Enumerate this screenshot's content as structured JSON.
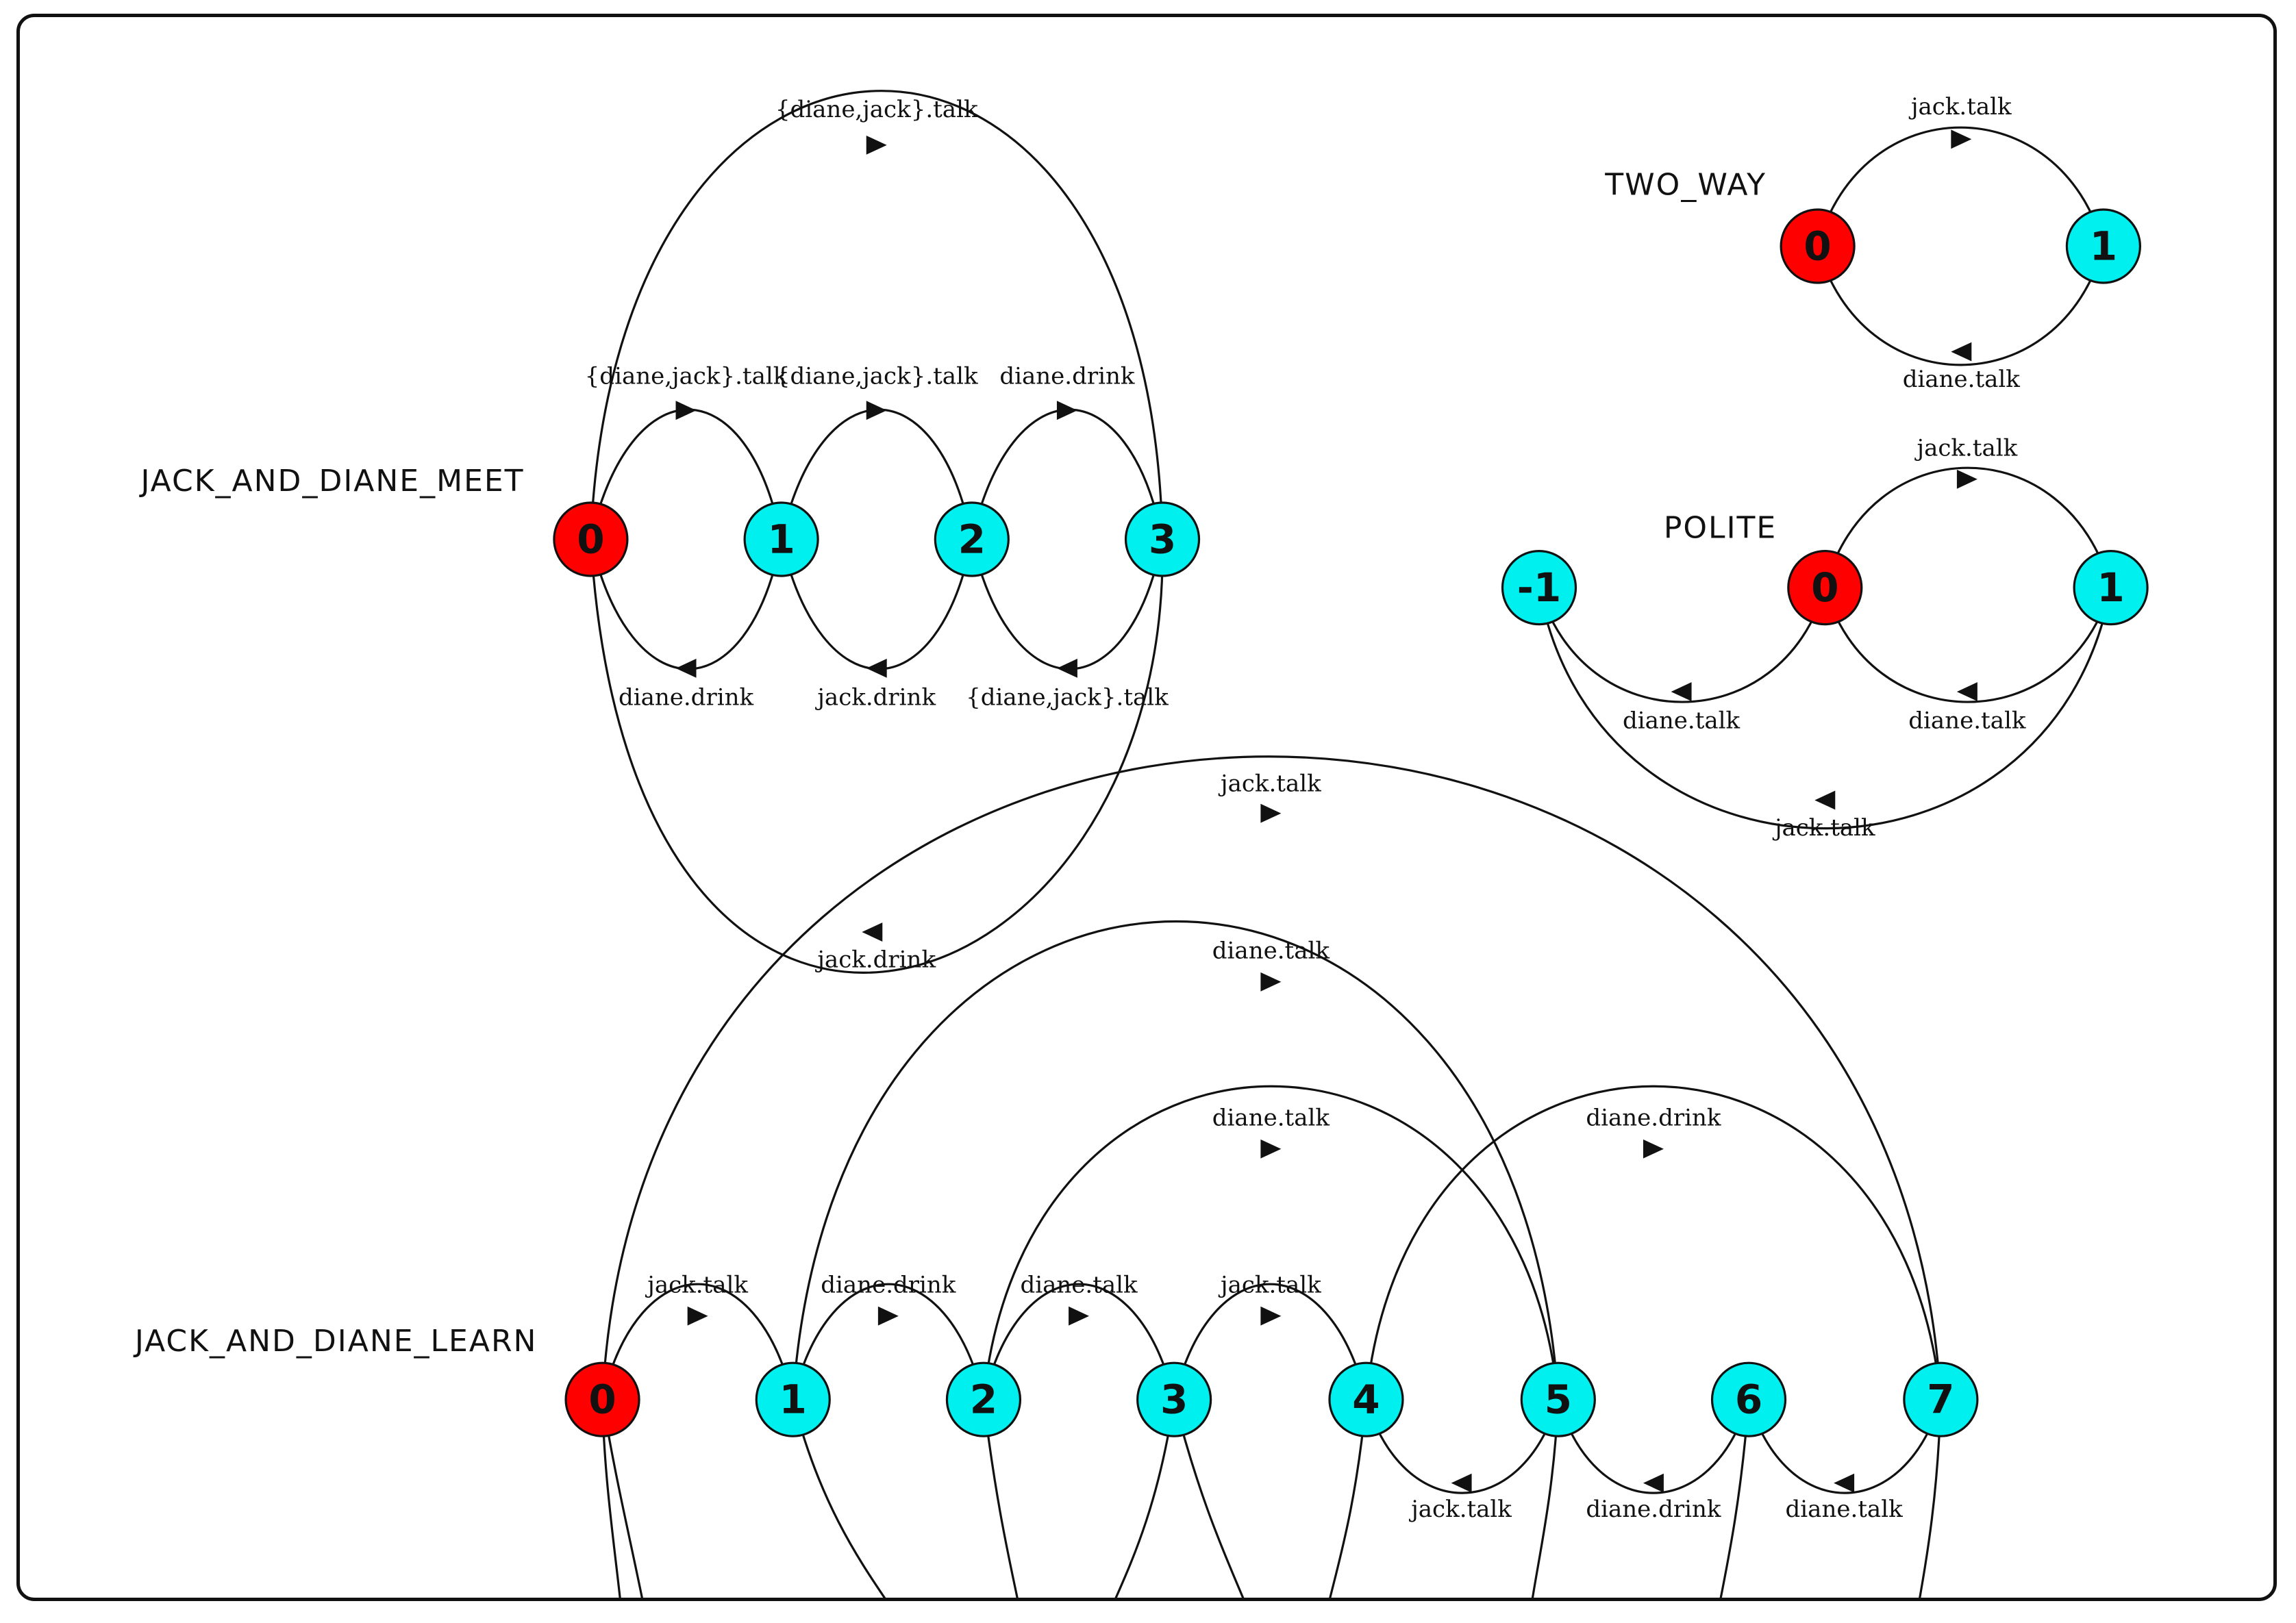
{
  "colors": {
    "initial_state": "#ff0000",
    "state": "#00f0f0",
    "stroke": "#111111",
    "background": "#ffffff"
  },
  "machines": {
    "meet": {
      "title": "JACK_AND_DIANE_MEET",
      "states": [
        {
          "id": "0",
          "initial": true
        },
        {
          "id": "1",
          "initial": false
        },
        {
          "id": "2",
          "initial": false
        },
        {
          "id": "3",
          "initial": false
        }
      ],
      "edges": [
        {
          "from": "0",
          "to": "3",
          "label": "{diane,jack}.talk"
        },
        {
          "from": "0",
          "to": "1",
          "label": "{diane,jack}.talk"
        },
        {
          "from": "1",
          "to": "2",
          "label": "{diane,jack}.talk"
        },
        {
          "from": "2",
          "to": "3",
          "label": "diane.drink"
        },
        {
          "from": "1",
          "to": "0",
          "label": "diane.drink"
        },
        {
          "from": "2",
          "to": "1",
          "label": "jack.drink"
        },
        {
          "from": "3",
          "to": "2",
          "label": "{diane,jack}.talk"
        },
        {
          "from": "3",
          "to": "0",
          "label": "jack.drink"
        }
      ]
    },
    "two_way": {
      "title": "TWO_WAY",
      "states": [
        {
          "id": "0",
          "initial": true
        },
        {
          "id": "1",
          "initial": false
        }
      ],
      "edges": [
        {
          "from": "0",
          "to": "1",
          "label": "jack.talk"
        },
        {
          "from": "1",
          "to": "0",
          "label": "diane.talk"
        }
      ]
    },
    "polite": {
      "title": "POLITE",
      "states": [
        {
          "id": "-1",
          "initial": false
        },
        {
          "id": "0",
          "initial": true
        },
        {
          "id": "1",
          "initial": false
        }
      ],
      "edges": [
        {
          "from": "0",
          "to": "1",
          "label": "jack.talk"
        },
        {
          "from": "0",
          "to": "-1",
          "label": "diane.talk"
        },
        {
          "from": "1",
          "to": "0",
          "label": "diane.talk"
        },
        {
          "from": "1",
          "to": "-1",
          "label": "jack.talk"
        }
      ]
    },
    "learn": {
      "title": "JACK_AND_DIANE_LEARN",
      "states": [
        {
          "id": "0",
          "initial": true
        },
        {
          "id": "1",
          "initial": false
        },
        {
          "id": "2",
          "initial": false
        },
        {
          "id": "3",
          "initial": false
        },
        {
          "id": "4",
          "initial": false
        },
        {
          "id": "5",
          "initial": false
        },
        {
          "id": "6",
          "initial": false
        },
        {
          "id": "7",
          "initial": false
        }
      ],
      "edges": [
        {
          "from": "0",
          "to": "7",
          "label": "jack.talk"
        },
        {
          "from": "1",
          "to": "5",
          "label": "diane.talk"
        },
        {
          "from": "2",
          "to": "5",
          "label": "diane.talk"
        },
        {
          "from": "4",
          "to": "7",
          "label": "diane.drink"
        },
        {
          "from": "0",
          "to": "1",
          "label": "jack.talk"
        },
        {
          "from": "1",
          "to": "2",
          "label": "diane.drink"
        },
        {
          "from": "2",
          "to": "3",
          "label": "diane.talk"
        },
        {
          "from": "3",
          "to": "4",
          "label": "jack.talk"
        },
        {
          "from": "5",
          "to": "4",
          "label": "jack.talk"
        },
        {
          "from": "6",
          "to": "5",
          "label": "diane.drink"
        },
        {
          "from": "7",
          "to": "6",
          "label": "diane.talk"
        }
      ]
    }
  }
}
